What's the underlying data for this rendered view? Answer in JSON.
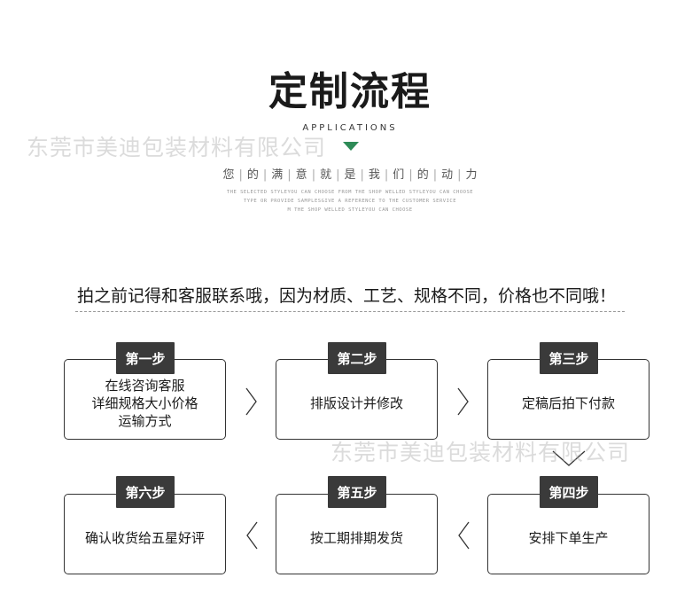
{
  "header": {
    "title": "定制流程",
    "subtitle_en": "APPLICATIONS",
    "slogan_chars": [
      "您",
      "的",
      "满",
      "意",
      "就",
      "是",
      "我",
      "们",
      "的",
      "动",
      "力"
    ],
    "fine_lines": [
      "THE SELECTED STYLEYOU CAN CHOOSE FROM THE SHOP WELLED STYLEYOU CAN CHOOSE",
      "TYPE OR PROVIDE SAMPLESGIVE A REFERENCE TO THE CUSTOMER SERVICE",
      "M THE SHOP WELLED STYLEYOU CAN CHOOSE"
    ],
    "accent_color": "#2e8b57"
  },
  "watermark": "东莞市美迪包装材料有限公司",
  "notice": "拍之前记得和客服联系哦，因为材质、工艺、规格不同，价格也不同哦！",
  "steps": [
    {
      "tag": "第一步",
      "lines": [
        "在线咨询客服",
        "详细规格大小价格",
        "运输方式"
      ]
    },
    {
      "tag": "第二步",
      "lines": [
        "排版设计并修改"
      ]
    },
    {
      "tag": "第三步",
      "lines": [
        "定稿后拍下付款"
      ]
    },
    {
      "tag": "第四步",
      "lines": [
        "安排下单生产"
      ]
    },
    {
      "tag": "第五步",
      "lines": [
        "按工期排期发货"
      ]
    },
    {
      "tag": "第六步",
      "lines": [
        "确认收货给五星好评"
      ]
    }
  ],
  "icons": {
    "arrow_right": "chevron-right-icon",
    "arrow_left": "chevron-left-icon",
    "arrow_down": "chevron-down-icon"
  }
}
